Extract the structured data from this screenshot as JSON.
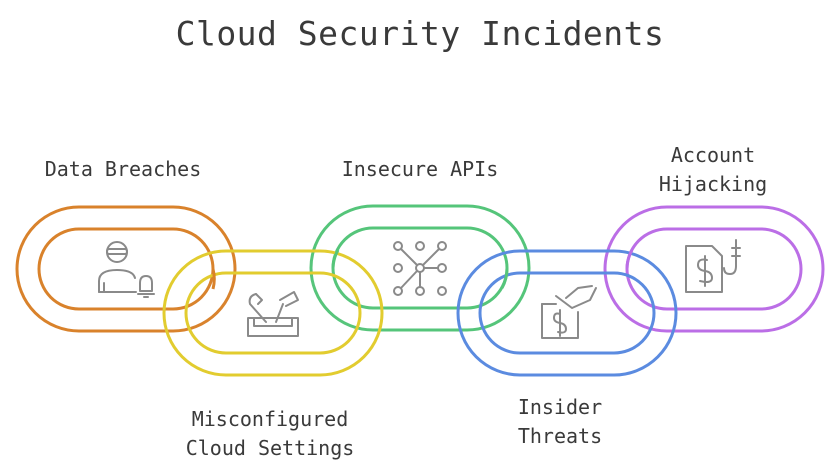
{
  "title": "Cloud Security Incidents",
  "links": [
    {
      "name": "data-breaches",
      "lines": [
        "Data Breaches"
      ],
      "color": "#d9822b",
      "icon": "hacker-alarm-icon"
    },
    {
      "name": "misconfigured-cloud-settings",
      "lines": [
        "Misconfigured",
        "Cloud Settings"
      ],
      "color": "#e2cc2f",
      "icon": "toolbox-icon"
    },
    {
      "name": "insecure-apis",
      "lines": [
        "Insecure APIs"
      ],
      "color": "#55c57a",
      "icon": "network-nodes-icon"
    },
    {
      "name": "insider-threats",
      "lines": [
        "Insider",
        "Threats"
      ],
      "color": "#5b8be0",
      "icon": "hand-money-folder-icon"
    },
    {
      "name": "account-hijacking",
      "lines": [
        "Account",
        "Hijacking"
      ],
      "color": "#bb6ee6",
      "icon": "document-hook-icon"
    }
  ]
}
